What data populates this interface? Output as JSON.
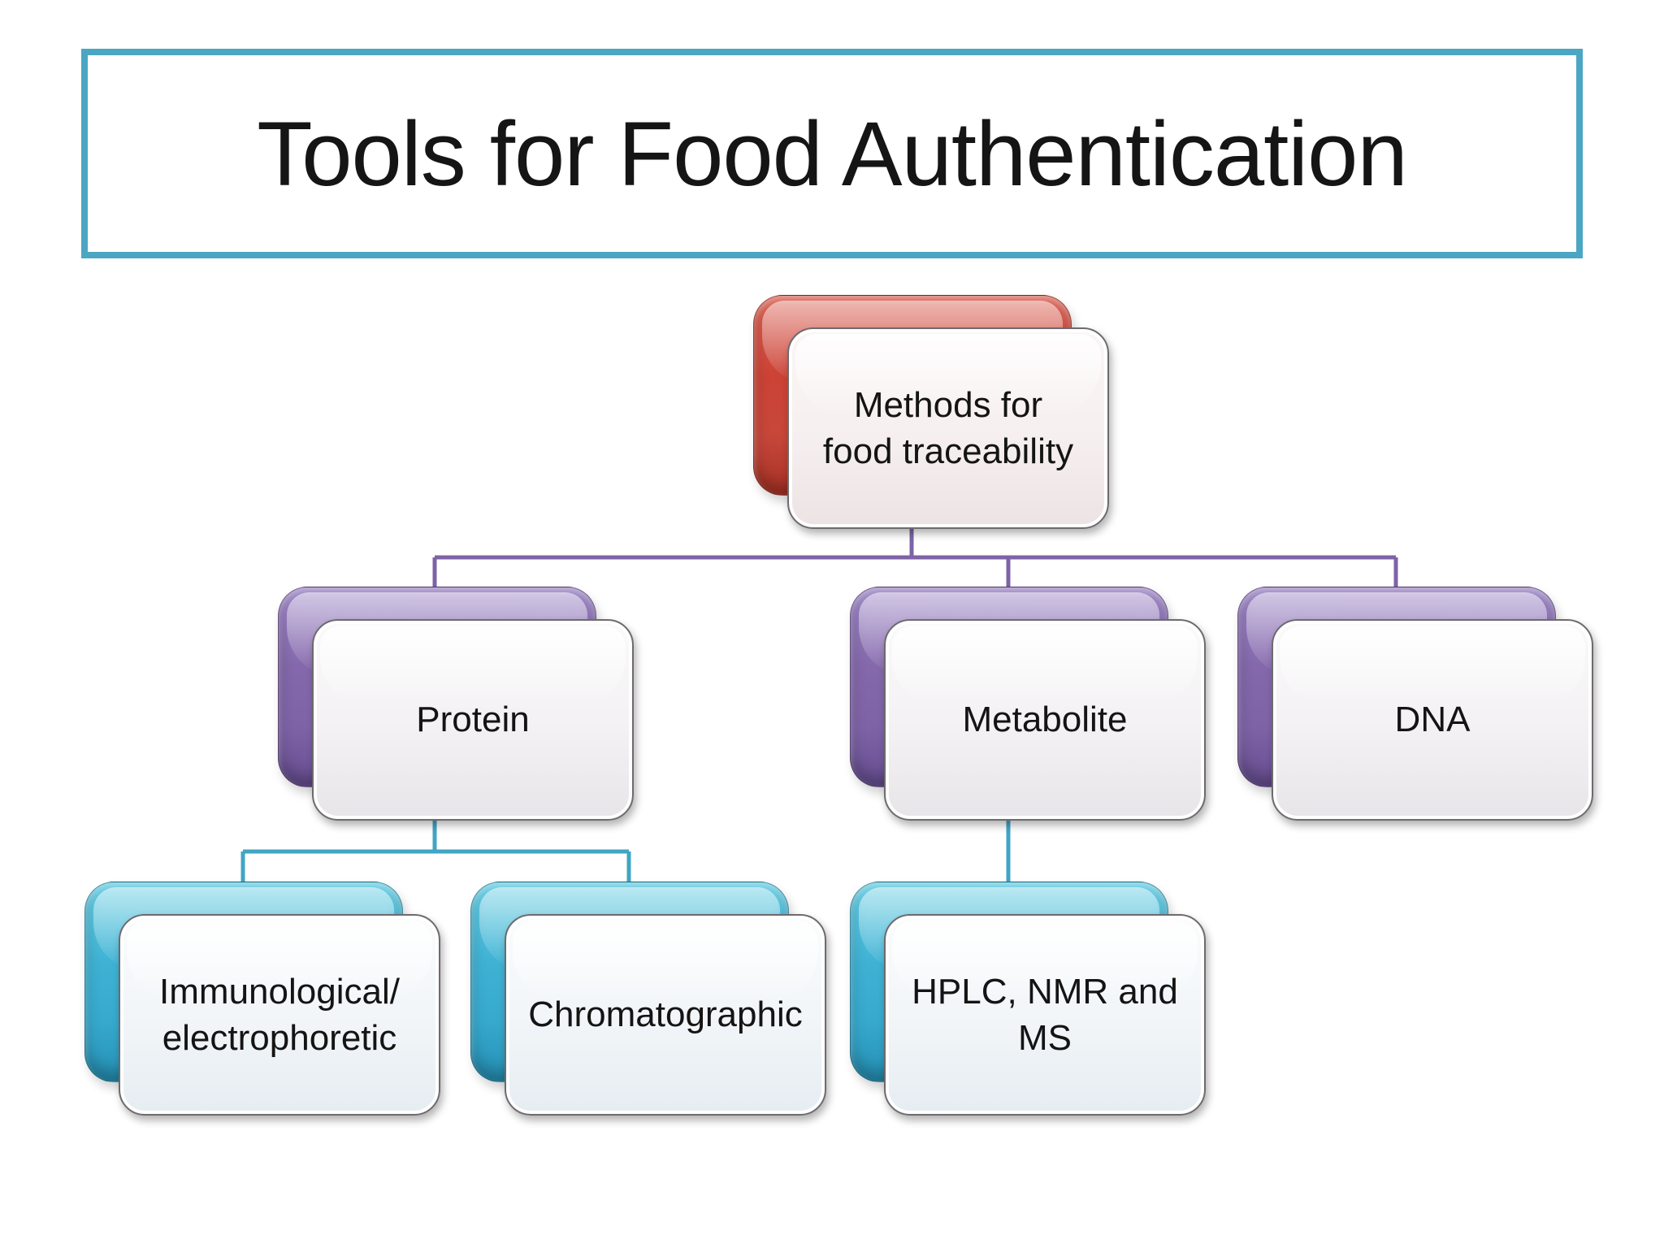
{
  "slide": {
    "title": "Tools for Food Authentication"
  },
  "colors": {
    "title-border": "#4AA6C3",
    "accent-red": "#C7463A",
    "accent-purple": "#7E63A7",
    "accent-cyan": "#36A9CD",
    "connector-purple": "#7E63A7",
    "connector-teal": "#41A5C5"
  },
  "nodes": {
    "root": {
      "label": "Methods for\nfood traceability"
    },
    "protein": {
      "label": "Protein"
    },
    "metabolite": {
      "label": "Metabolite"
    },
    "dna": {
      "label": "DNA"
    },
    "immunological": {
      "label": "Immunological/\nelectrophoretic"
    },
    "chromatographic": {
      "label": "Chromatographic"
    },
    "hplc": {
      "label": "HPLC, NMR and\nMS"
    }
  },
  "hierarchy": {
    "root": "root",
    "children": {
      "root": [
        "protein",
        "metabolite",
        "dna"
      ],
      "protein": [
        "immunological",
        "chromatographic"
      ],
      "metabolite": [
        "hplc"
      ],
      "dna": []
    }
  }
}
